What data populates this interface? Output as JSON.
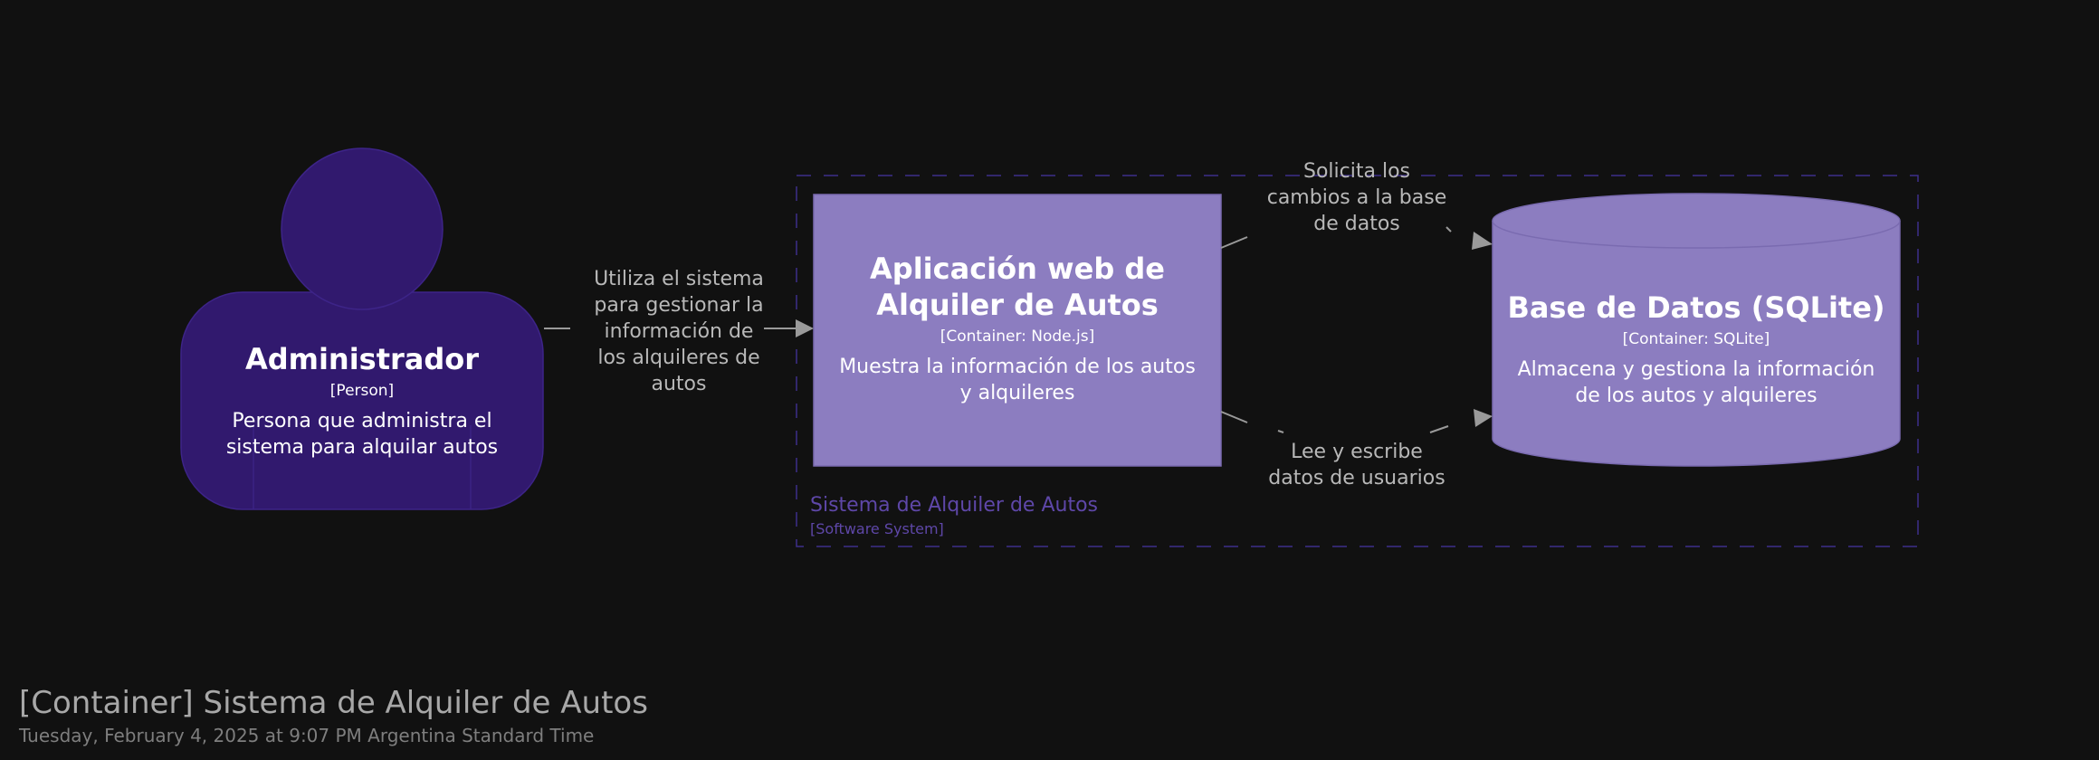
{
  "colors": {
    "background": "#111111",
    "person_fill": "#31196e",
    "person_stroke": "#3d2488",
    "container_fill": "#8c7dc0",
    "container_stroke": "#7a6bb0",
    "boundary": "#3e2f8a",
    "boundary_text": "#5e47a8",
    "edge": "#9a9a9a",
    "edge_text": "#b8b8b8",
    "title_text": "#a8a8a8",
    "subtitle_text": "#7e7e7e",
    "node_text": "#ffffff"
  },
  "diagram": {
    "title": "[Container] Sistema de Alquiler de Autos",
    "subtitle": "Tuesday, February 4, 2025 at 9:07 PM Argentina Standard Time",
    "boundary": {
      "name": "Sistema de Alquiler de Autos",
      "type": "[Software System]"
    },
    "person": {
      "name": "Administrador",
      "type": "[Person]",
      "description_lines": [
        "Persona que administra el",
        "sistema para alquilar autos"
      ]
    },
    "webapp": {
      "name_lines": [
        "Aplicación web de",
        "Alquiler de Autos"
      ],
      "type": "[Container: Node.js]",
      "description_lines": [
        "Muestra la información de los autos",
        "y alquileres"
      ]
    },
    "database": {
      "name": "Base de Datos (SQLite)",
      "type": "[Container: SQLite]",
      "description_lines": [
        "Almacena y gestiona la información",
        "de los autos y alquileres"
      ]
    },
    "edges": {
      "person_to_webapp": [
        "Utiliza el sistema",
        "para gestionar la",
        "información de",
        "los alquileres de",
        "autos"
      ],
      "webapp_to_db_requests": [
        "Solicita los",
        "cambios a la base",
        "de datos"
      ],
      "webapp_to_db_reads": [
        "Lee y escribe",
        "datos de usuarios"
      ]
    }
  }
}
